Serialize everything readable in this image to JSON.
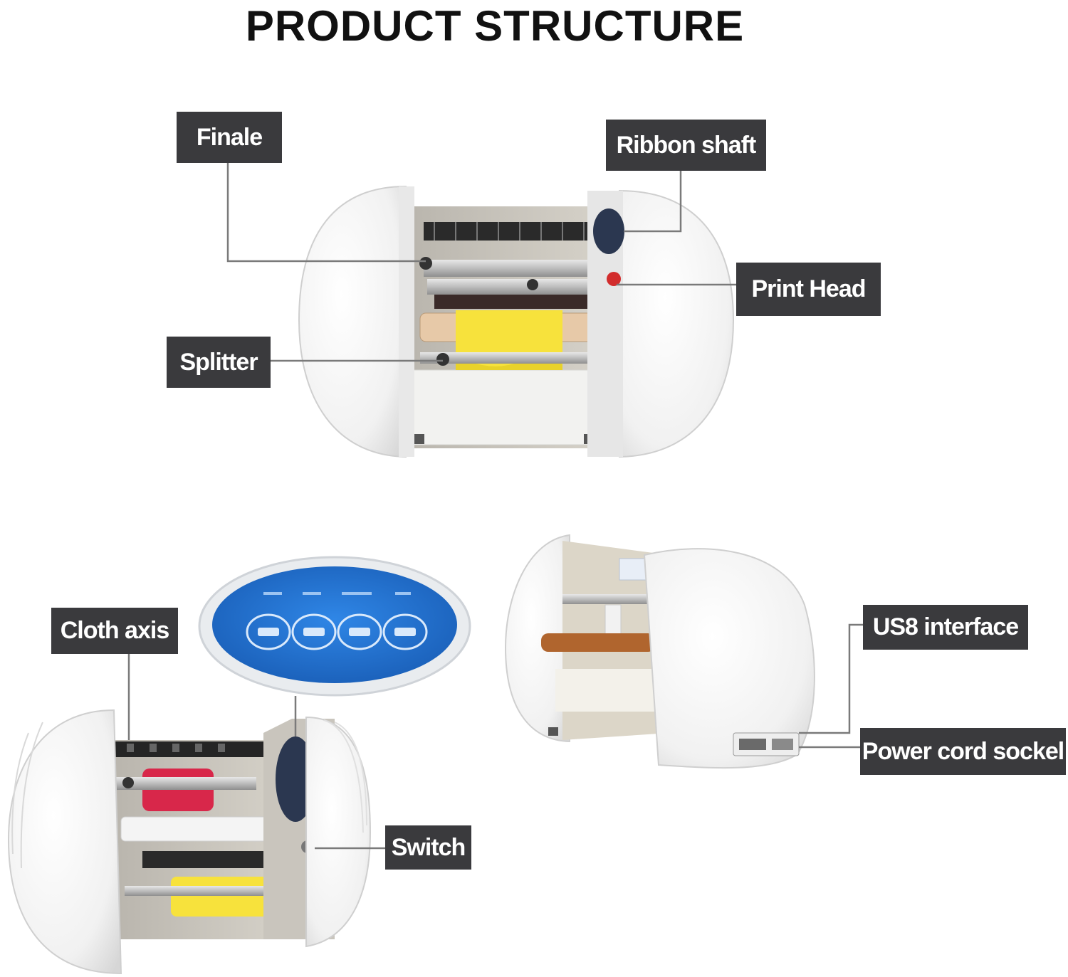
{
  "title": "PRODUCT STRUCTURE",
  "labels": {
    "finale": "Finale",
    "ribbon_shaft": "Ribbon shaft",
    "print_head": "Print Head",
    "splitter": "Splitter",
    "cloth_axis": "Cloth axis",
    "usb_interface": "US8 interface",
    "power_cord_socket": "Power cord sockel",
    "switch": "Switch"
  },
  "colors": {
    "label_bg": "#3a3a3d",
    "label_text": "#ffffff",
    "panel_blue": "#1f6fd0",
    "ribbon_yellow": "#f5e23a",
    "ribbon_red": "#d8274a",
    "roller_brown": "#b0652e"
  }
}
